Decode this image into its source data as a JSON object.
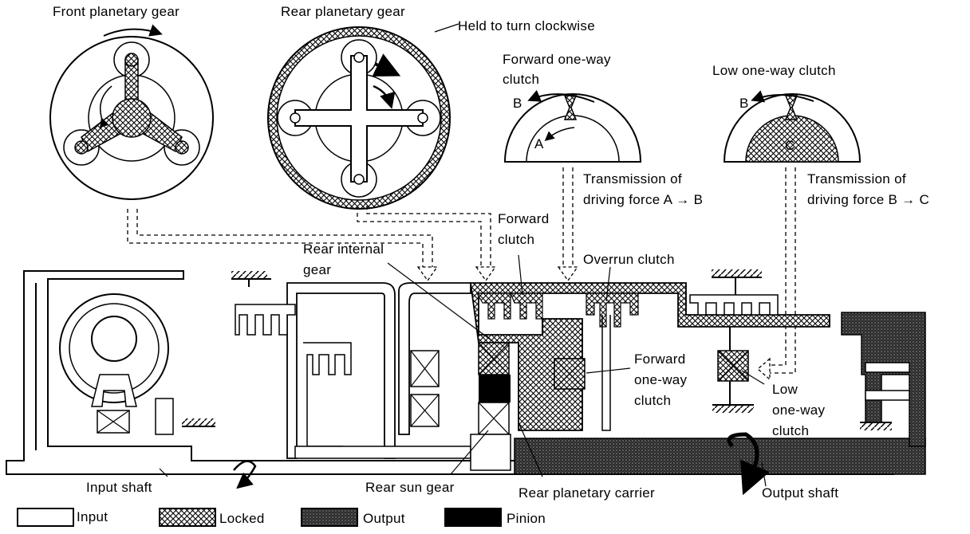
{
  "labels": {
    "front_planetary_gear": "Front planetary gear",
    "rear_planetary_gear": "Rear planetary gear",
    "held_to_turn": "Held to turn clockwise",
    "forward_one_way_clutch_title_1": "Forward one-way",
    "forward_one_way_clutch_title_2": "clutch",
    "low_one_way_clutch_title": "Low one-way clutch",
    "point_b1": "B",
    "point_a": "A",
    "point_b2": "B",
    "point_c": "C",
    "transmission_ab_1": "Transmission of",
    "transmission_ab_2": "driving force A → B",
    "transmission_bc_1": "Transmission of",
    "transmission_bc_2": "driving force B → C",
    "forward_clutch_1": "Forward",
    "forward_clutch_2": "clutch",
    "rear_internal_gear_1": "Rear internal",
    "rear_internal_gear_2": "gear",
    "overrun_clutch": "Overrun clutch",
    "forward_ow_1": "Forward",
    "forward_ow_2": "one-way",
    "forward_ow_3": "clutch",
    "low_ow_1": "Low",
    "low_ow_2": "one-way",
    "low_ow_3": "clutch",
    "input_shaft": "Input shaft",
    "rear_sun_gear": "Rear sun gear",
    "rear_planetary_carrier": "Rear planetary carrier",
    "output_shaft": "Output shaft"
  },
  "legend": [
    {
      "key": "input",
      "label": "Input"
    },
    {
      "key": "locked",
      "label": "Locked"
    },
    {
      "key": "output",
      "label": "Output"
    },
    {
      "key": "pinion",
      "label": "Pinion"
    }
  ]
}
